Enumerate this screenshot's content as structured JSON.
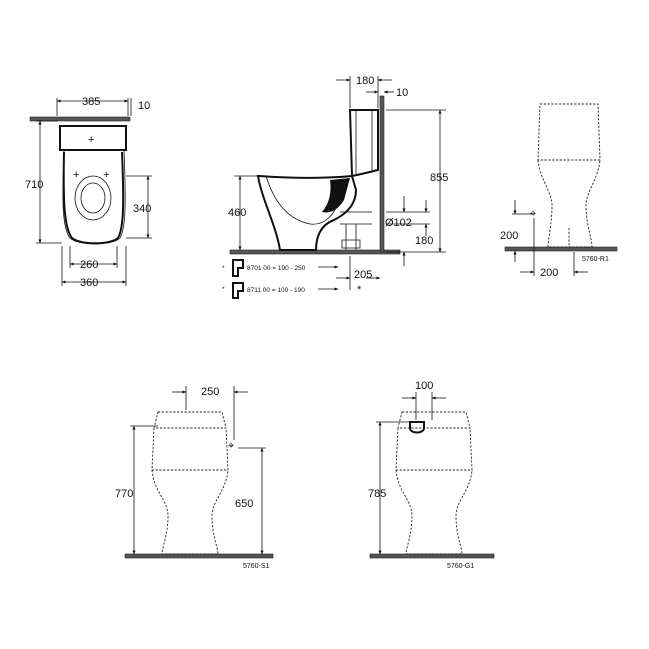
{
  "views": {
    "top": {
      "w_top": "385",
      "wall_gap": "10",
      "depth": "710",
      "bowl": "340",
      "inner_w": "260",
      "outer_w": "360"
    },
    "side": {
      "cistern_depth": "180",
      "wall_gap": "10",
      "height_total": "855",
      "seat_h": "460",
      "pipe": "Ø102",
      "outlet_h": "180",
      "outlet_dist": "205",
      "note1": "8701 00 = 190 - 250",
      "note2": "8711 00 = 100 - 190",
      "star": "*"
    },
    "r1": {
      "inlet_h": "200",
      "inlet_x": "200",
      "code": "5760-R1"
    },
    "s1": {
      "inlet_x": "250",
      "total_h": "770",
      "inlet_h": "650",
      "code": "5760-S1"
    },
    "g1": {
      "inlet_x": "100",
      "total_h": "785",
      "code": "5760-G1"
    }
  }
}
